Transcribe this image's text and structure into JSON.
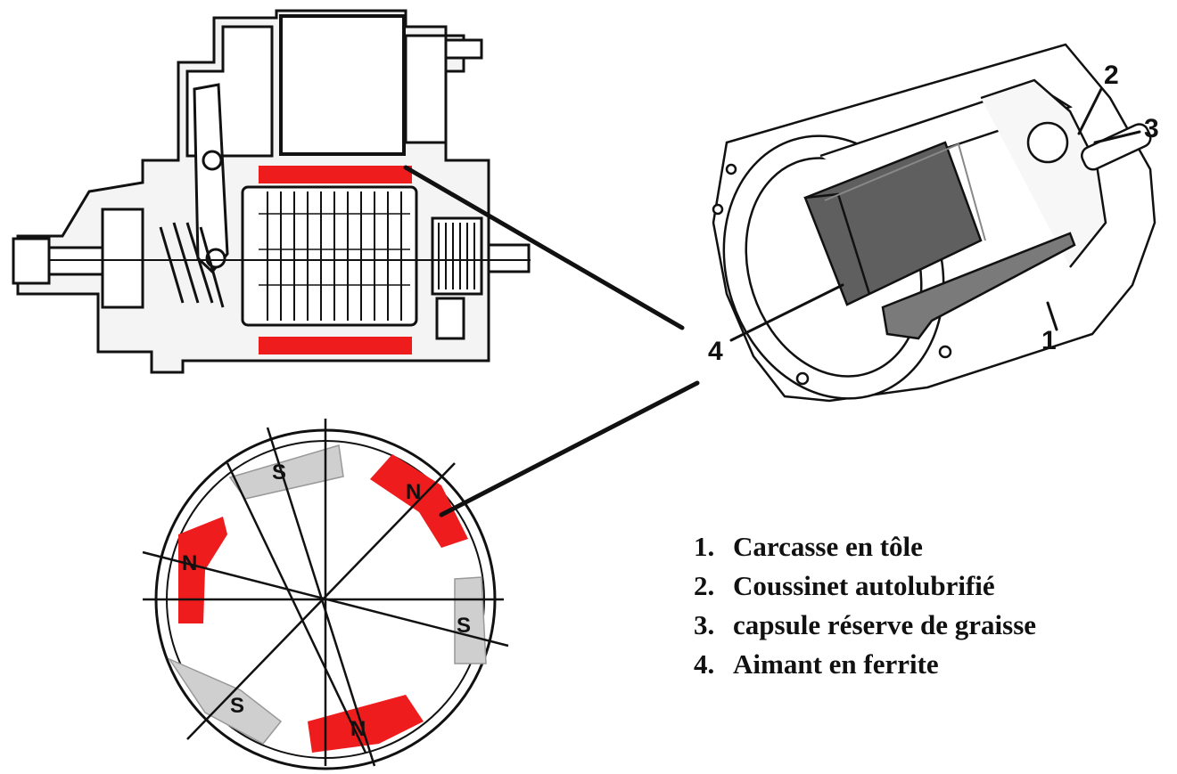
{
  "diagram": {
    "colors": {
      "magnet_highlight": "#ee1c1c",
      "magnet_grey": "#cfcfcf",
      "ferrite_dark": "#5f5f5f",
      "line": "#111111"
    },
    "callouts": [
      "1",
      "2",
      "3",
      "4"
    ],
    "poles": [
      "S",
      "N",
      "N",
      "S",
      "S",
      "N"
    ],
    "legend": [
      {
        "num": "1.",
        "text": "Carcasse en tôle"
      },
      {
        "num": "2.",
        "text": "Coussinet autolubrifié"
      },
      {
        "num": "3.",
        "text": "capsule réserve de graisse"
      },
      {
        "num": "4.",
        "text": "Aimant en ferrite"
      }
    ]
  }
}
